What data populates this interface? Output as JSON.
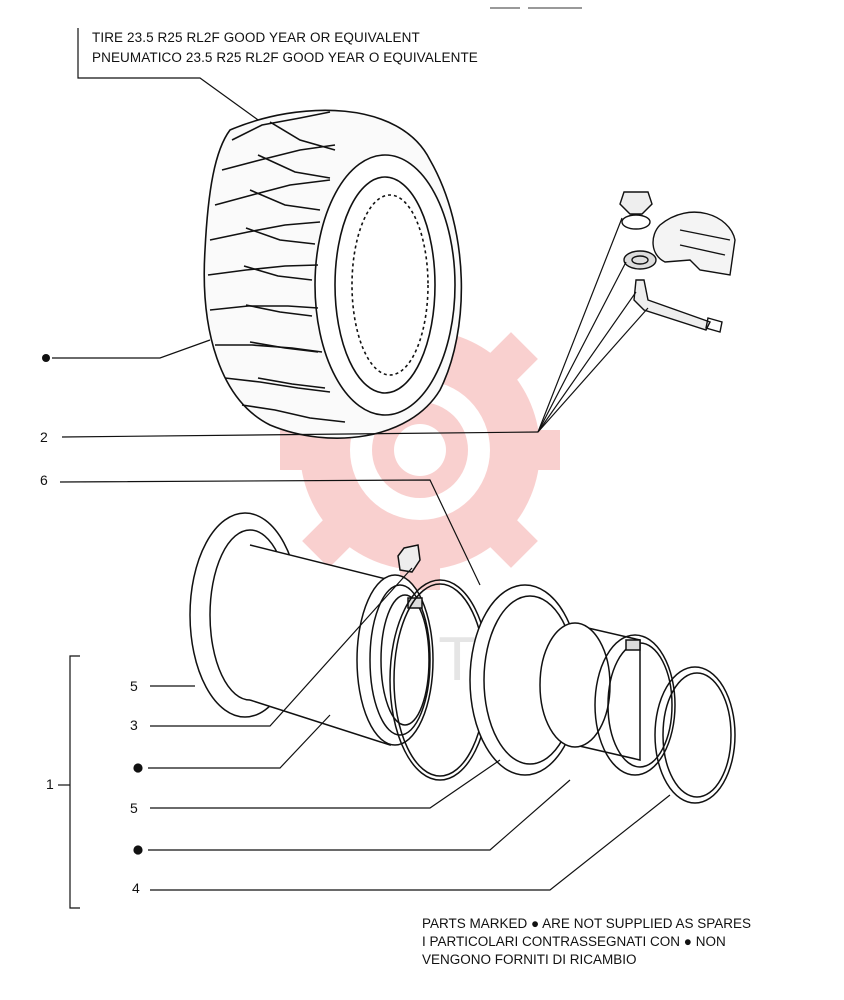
{
  "header": {
    "line1": "TIRE 23.5 R25 RL2F GOOD YEAR OR EQUIVALENT",
    "line2": "PNEUMATICO 23.5 R25 RL2F GOOD YEAR O EQUIVALENTE"
  },
  "callouts": {
    "tire_marker": "●",
    "valve": "2",
    "o_ring": "6",
    "group": "1",
    "flange_outer": "5",
    "key": "3",
    "rim_marker": "●",
    "flange_inner": "5",
    "base_marker": "●",
    "lock_ring": "4"
  },
  "notes": {
    "line1": "PARTS MARKED ● ARE NOT SUPPLIED AS SPARES",
    "line2": "I PARTICOLARI CONTRASSEGNATI CON  ● NON",
    "line3": "VENGONO FORNITI DI RICAMBIO"
  },
  "watermark": {
    "text": "VIMTEX",
    "color": "#e8302a"
  }
}
